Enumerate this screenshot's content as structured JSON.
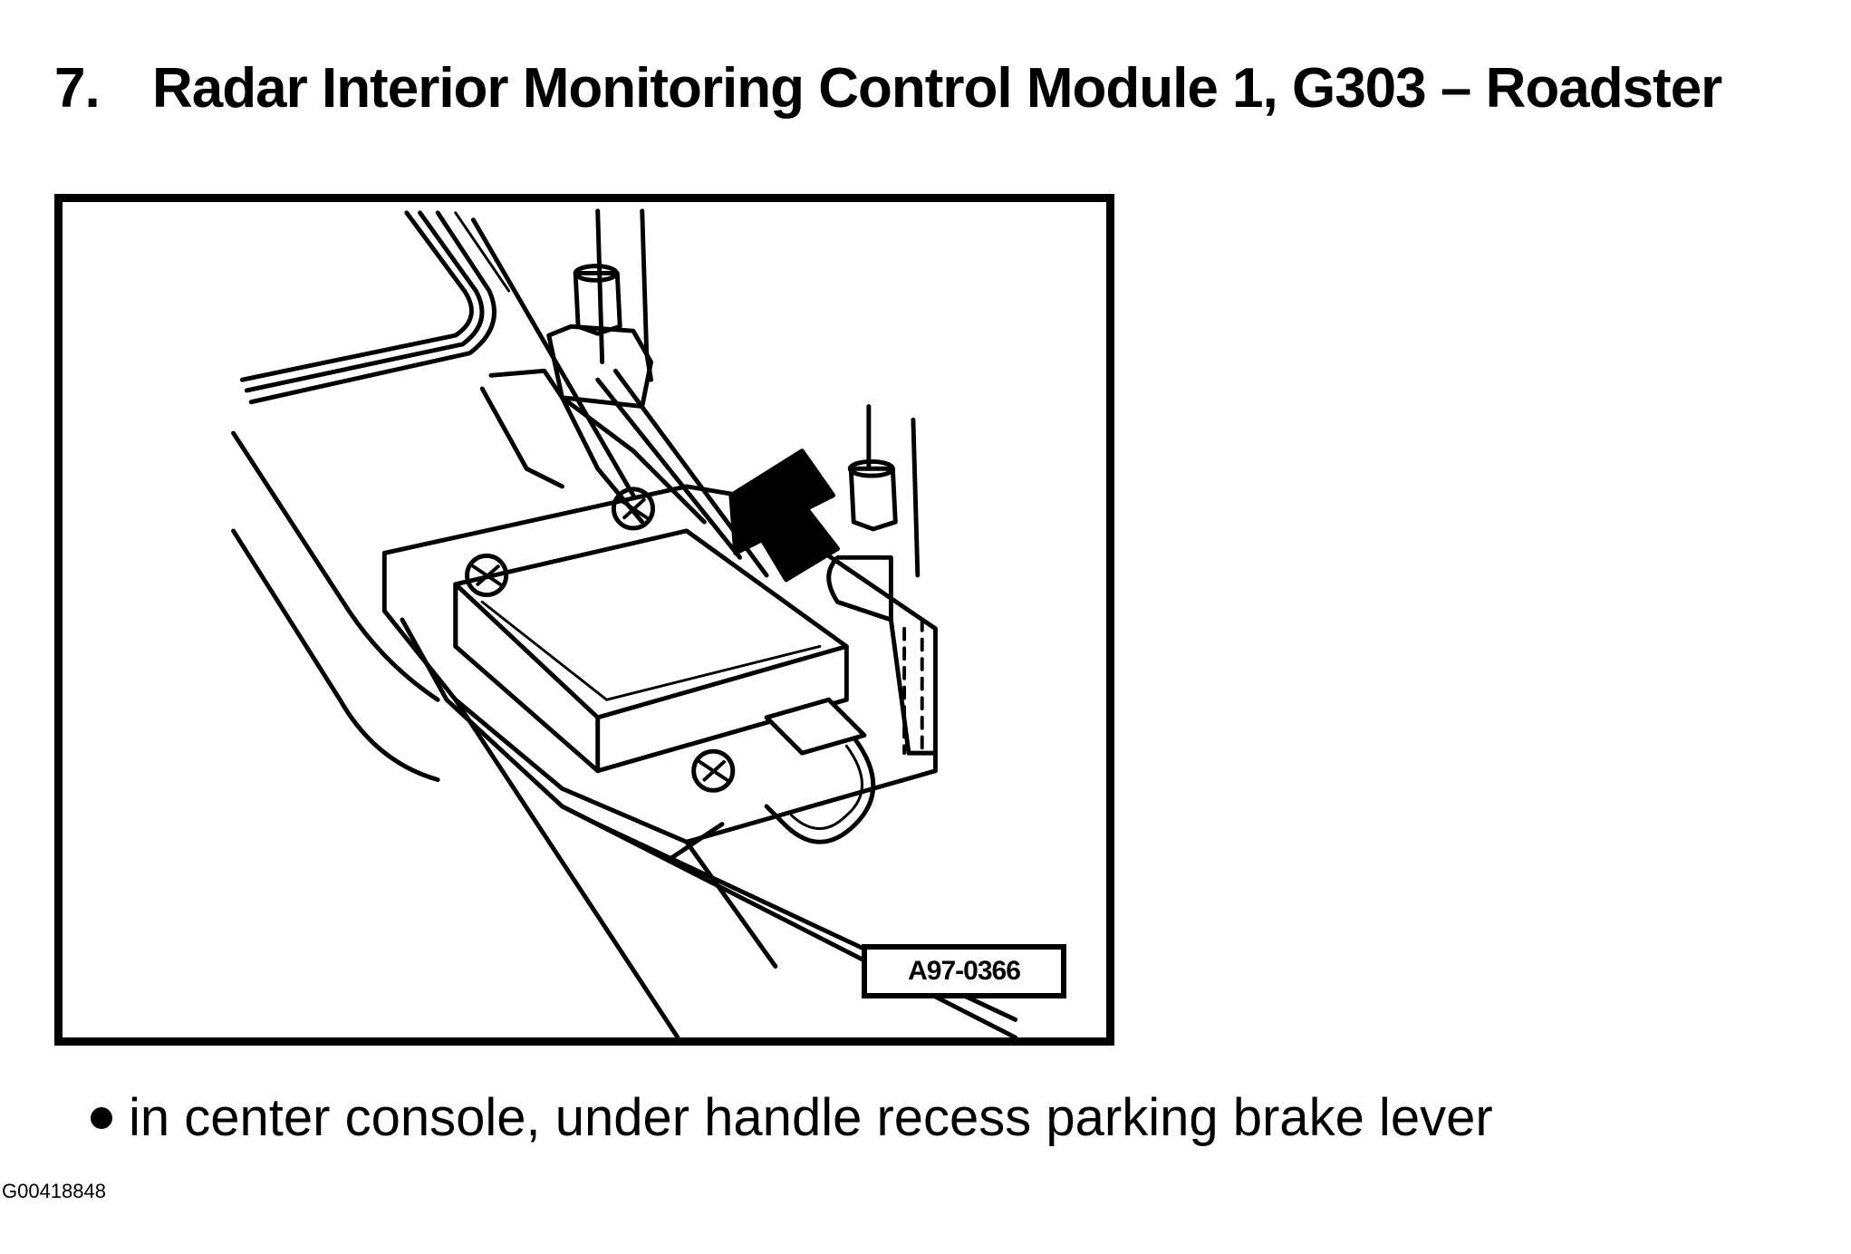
{
  "heading": {
    "number": "7.",
    "title": "Radar Interior Monitoring Control Module 1, G303 – Roadster"
  },
  "figure": {
    "code": "A97-0366"
  },
  "bullet": {
    "text": "in center console, under handle recess parking brake lever"
  },
  "reference_code": "G00418848"
}
